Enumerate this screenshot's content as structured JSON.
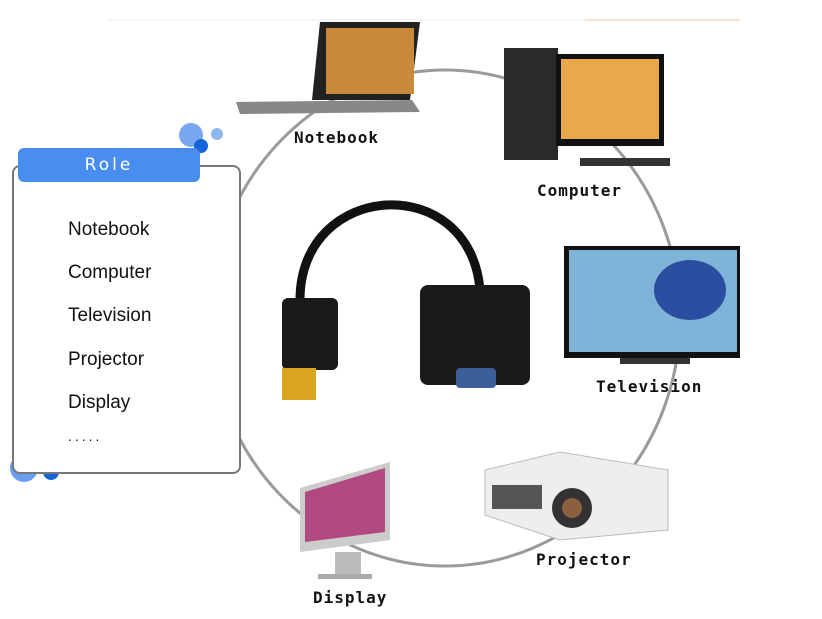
{
  "role_panel": {
    "title": "Role",
    "items": [
      "Notebook",
      "Computer",
      "Television",
      "Projector",
      "Display"
    ],
    "more": "....."
  },
  "devices": {
    "notebook": "Notebook",
    "computer": "Computer",
    "television": "Television",
    "projector": "Projector",
    "display": "Display"
  },
  "colors": {
    "accent": "#4a8df0",
    "accent_dark": "#1565d8",
    "ring": "#999999"
  }
}
